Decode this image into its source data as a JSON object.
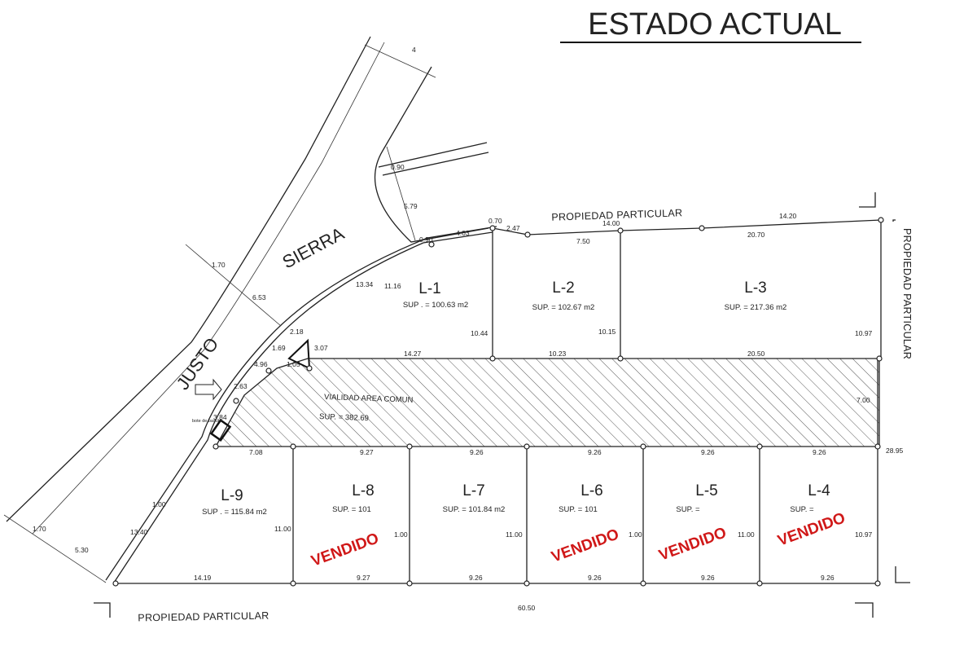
{
  "title": "ESTADO ACTUAL",
  "street": {
    "word_1": "SIERRA",
    "word_2": "JUSTO",
    "width_top": "4",
    "width_mid": "1.70",
    "width_bottom": "1.70",
    "offset_1": "6.53",
    "offset_2": "5.30",
    "offset_3": "5.79",
    "offset_4": "0.90"
  },
  "boundaries": {
    "top": "PROPIEDAD PARTICULAR",
    "right": "PROPIEDAD PARTICULAR",
    "bottom": "PROPIEDAD PARTICULAR"
  },
  "common_area": {
    "label": "VIALIDAD AREA COMUN",
    "sup": "SUP.  =  382.69"
  },
  "lots": [
    {
      "id": "L-1",
      "sup": "SUP .  = 100.63 m2",
      "sold": ""
    },
    {
      "id": "L-2",
      "sup": "SUP.  =  102.67 m2",
      "sold": ""
    },
    {
      "id": "L-3",
      "sup": "SUP.  =  217.36 m2",
      "sold": ""
    },
    {
      "id": "L-4",
      "sup": "SUP.  =",
      "sold": "VENDIDO"
    },
    {
      "id": "L-5",
      "sup": "SUP.  =",
      "sold": "VENDIDO"
    },
    {
      "id": "L-6",
      "sup": "SUP.  =  101",
      "sold": "VENDIDO"
    },
    {
      "id": "L-7",
      "sup": "SUP.  =  101.84 m2",
      "sold": ""
    },
    {
      "id": "L-8",
      "sup": "SUP.  =  101",
      "sold": "VENDIDO"
    },
    {
      "id": "L-9",
      "sup": "SUP .  = 115.84 m2",
      "sold": ""
    }
  ],
  "dimensions": {
    "top_l2": "14.00",
    "top_l3": "14.20",
    "top_l2_inner": "7.50",
    "top_l3_inner": "20.70",
    "corner_a": "0.70",
    "corner_b": "2.47",
    "corner_c": "4.03",
    "corner_d": "0.90",
    "diag_l1": "13.34",
    "diag_l1_inner": "11.16",
    "l1_right": "10.44",
    "l2_right": "10.15",
    "l3_right": "10.97",
    "mid_l1": "14.27",
    "mid_l2": "10.23",
    "mid_l3": "20.50",
    "common_right": "7.00",
    "far_right": "28.95",
    "tri_a": "2.18",
    "tri_b": "3.07",
    "tri_c": "1.69",
    "tri_d": "1.05",
    "left_a": "4.96",
    "left_b": "2.63",
    "left_c": "3.84",
    "left_d": "1.00",
    "left_e": "13.40",
    "bot_top_l9": "7.08",
    "bot_top_l8": "9.27",
    "bot_top_l7": "9.26",
    "bot_top_l6": "9.26",
    "bot_top_l5": "9.26",
    "bot_top_l4": "9.26",
    "bot_l9": "14.19",
    "bot_l8": "9.27",
    "bot_l7": "9.26",
    "bot_l6": "9.26",
    "bot_l5": "9.26",
    "bot_l4": "9.26",
    "side_l8_left": "11.00",
    "side_l8_right": "1.00",
    "side_l6_left": "11.00",
    "side_l6_right": "1.00",
    "side_l5_right": "11.00",
    "side_l4_right": "10.97",
    "total_bottom": "60.50"
  },
  "annotations": {
    "bin": "bote de basura"
  }
}
